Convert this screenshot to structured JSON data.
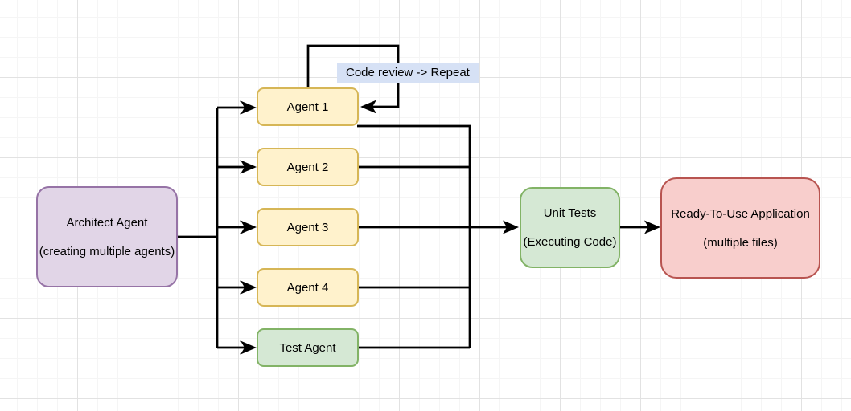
{
  "diagram": {
    "nodes": {
      "architect": {
        "line1": "Architect Agent",
        "line2": "(creating multiple agents)"
      },
      "agent1": {
        "label": "Agent 1"
      },
      "agent2": {
        "label": "Agent 2"
      },
      "agent3": {
        "label": "Agent 3"
      },
      "agent4": {
        "label": "Agent 4"
      },
      "test_agent": {
        "label": "Test Agent"
      },
      "unit_tests": {
        "line1": "Unit Tests",
        "line2": "(Executing Code)"
      },
      "ready_app": {
        "line1": "Ready-To-Use Application",
        "line2": "(multiple files)"
      }
    },
    "edge_labels": {
      "code_review": "Code review -> Repeat"
    },
    "colors": {
      "purple_fill": "#e1d5e7",
      "purple_border": "#9673a6",
      "yellow_fill": "#fff2cc",
      "yellow_border": "#d6b656",
      "green_fill": "#d5e8d4",
      "green_border": "#82b366",
      "red_fill": "#f8cecc",
      "red_border": "#b85450",
      "edge_color": "#000000",
      "edge_label_bg": "#d6e1f5",
      "grid_minor": "#f5f5f5",
      "grid_major": "#e2e2e2"
    }
  }
}
